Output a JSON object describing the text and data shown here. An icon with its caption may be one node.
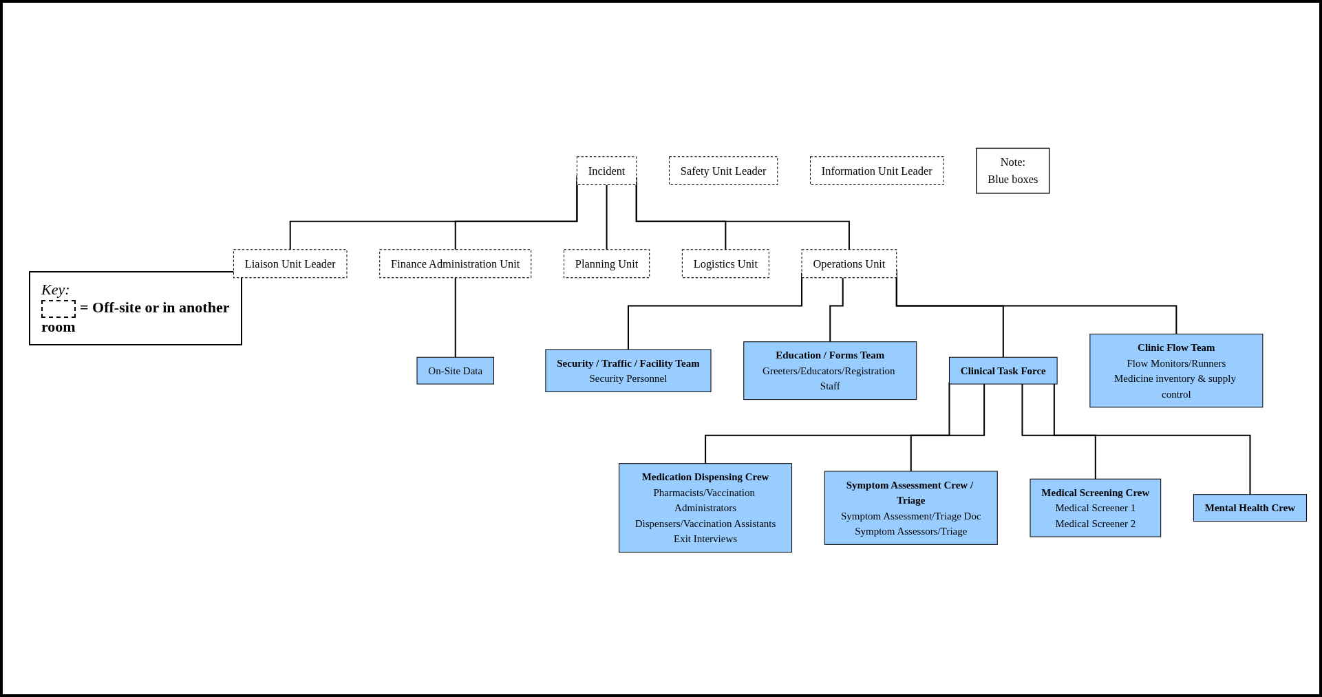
{
  "diagram": {
    "nodes": [
      {
        "text": [
          "Incident"
        ]
      },
      {
        "text": [
          "Safety Unit Leader"
        ]
      },
      {
        "text": [
          "Liaison Unit Leader"
        ]
      },
      {
        "text": [
          "Information Unit Leader"
        ]
      },
      {
        "text": [
          "Operations Unit"
        ]
      },
      {
        "text": [
          "Planning Unit"
        ]
      },
      {
        "text": [
          "Logistics Unit"
        ]
      },
      {
        "text": [
          "Finance Administration Unit"
        ]
      },
      {
        "text": [
          "On-Site Data"
        ]
      },
      {
        "text": [
          "Note:",
          "Blue boxes"
        ]
      },
      {
        "text": [
          "Security / Traffic / Facility Team",
          "Security Personnel"
        ]
      },
      {
        "text": [
          "Education / Forms Team",
          "Greeters/Educators/Registration Staff"
        ]
      },
      {
        "text": [
          "Clinical Task Force"
        ]
      },
      {
        "text": [
          "Clinic Flow Team",
          "Flow Monitors/Runners",
          "Medicine inventory & supply control"
        ]
      },
      {
        "text": [
          "Medication Dispensing Crew",
          "Pharmacists/Vaccination Administrators",
          "Dispensers/Vaccination Assistants",
          "Exit Interviews"
        ]
      },
      {
        "text": [
          "Symptom Assessment Crew / Triage",
          "Symptom Assessment/Triage Doc",
          "Symptom Assessors/Triage"
        ]
      },
      {
        "text": [
          "Medical Screening Crew",
          "Medical Screener 1",
          "Medical Screener 2"
        ]
      },
      {
        "text": [
          "Mental Health Crew"
        ]
      }
    ],
    "edges": [
      {
        "from": 0,
        "to": 2,
        "arrow": "none"
      },
      {
        "from": 0,
        "to": 4,
        "arrow": "none"
      },
      {
        "from": 0,
        "to": 5,
        "arrow": "none"
      },
      {
        "from": 0,
        "to": 6,
        "arrow": "none"
      },
      {
        "from": 0,
        "to": 7,
        "arrow": "none"
      },
      {
        "from": 7,
        "to": 8,
        "arrow": "none"
      },
      {
        "from": 4,
        "to": 10,
        "arrow": "none"
      },
      {
        "from": 4,
        "to": 11,
        "arrow": "none"
      },
      {
        "from": 4,
        "to": 12,
        "arrow": "none"
      },
      {
        "from": 4,
        "to": 13,
        "arrow": "none"
      },
      {
        "from": 12,
        "to": 14,
        "arrow": "none"
      },
      {
        "from": 12,
        "to": 15,
        "arrow": "none"
      },
      {
        "from": 12,
        "to": 16,
        "arrow": "none"
      },
      {
        "from": 12,
        "to": 17,
        "arrow": "none"
      }
    ],
    "labels": [
      "Key:"
    ],
    "legend": [
      {
        "text": "= Off-site or in another room"
      }
    ]
  }
}
